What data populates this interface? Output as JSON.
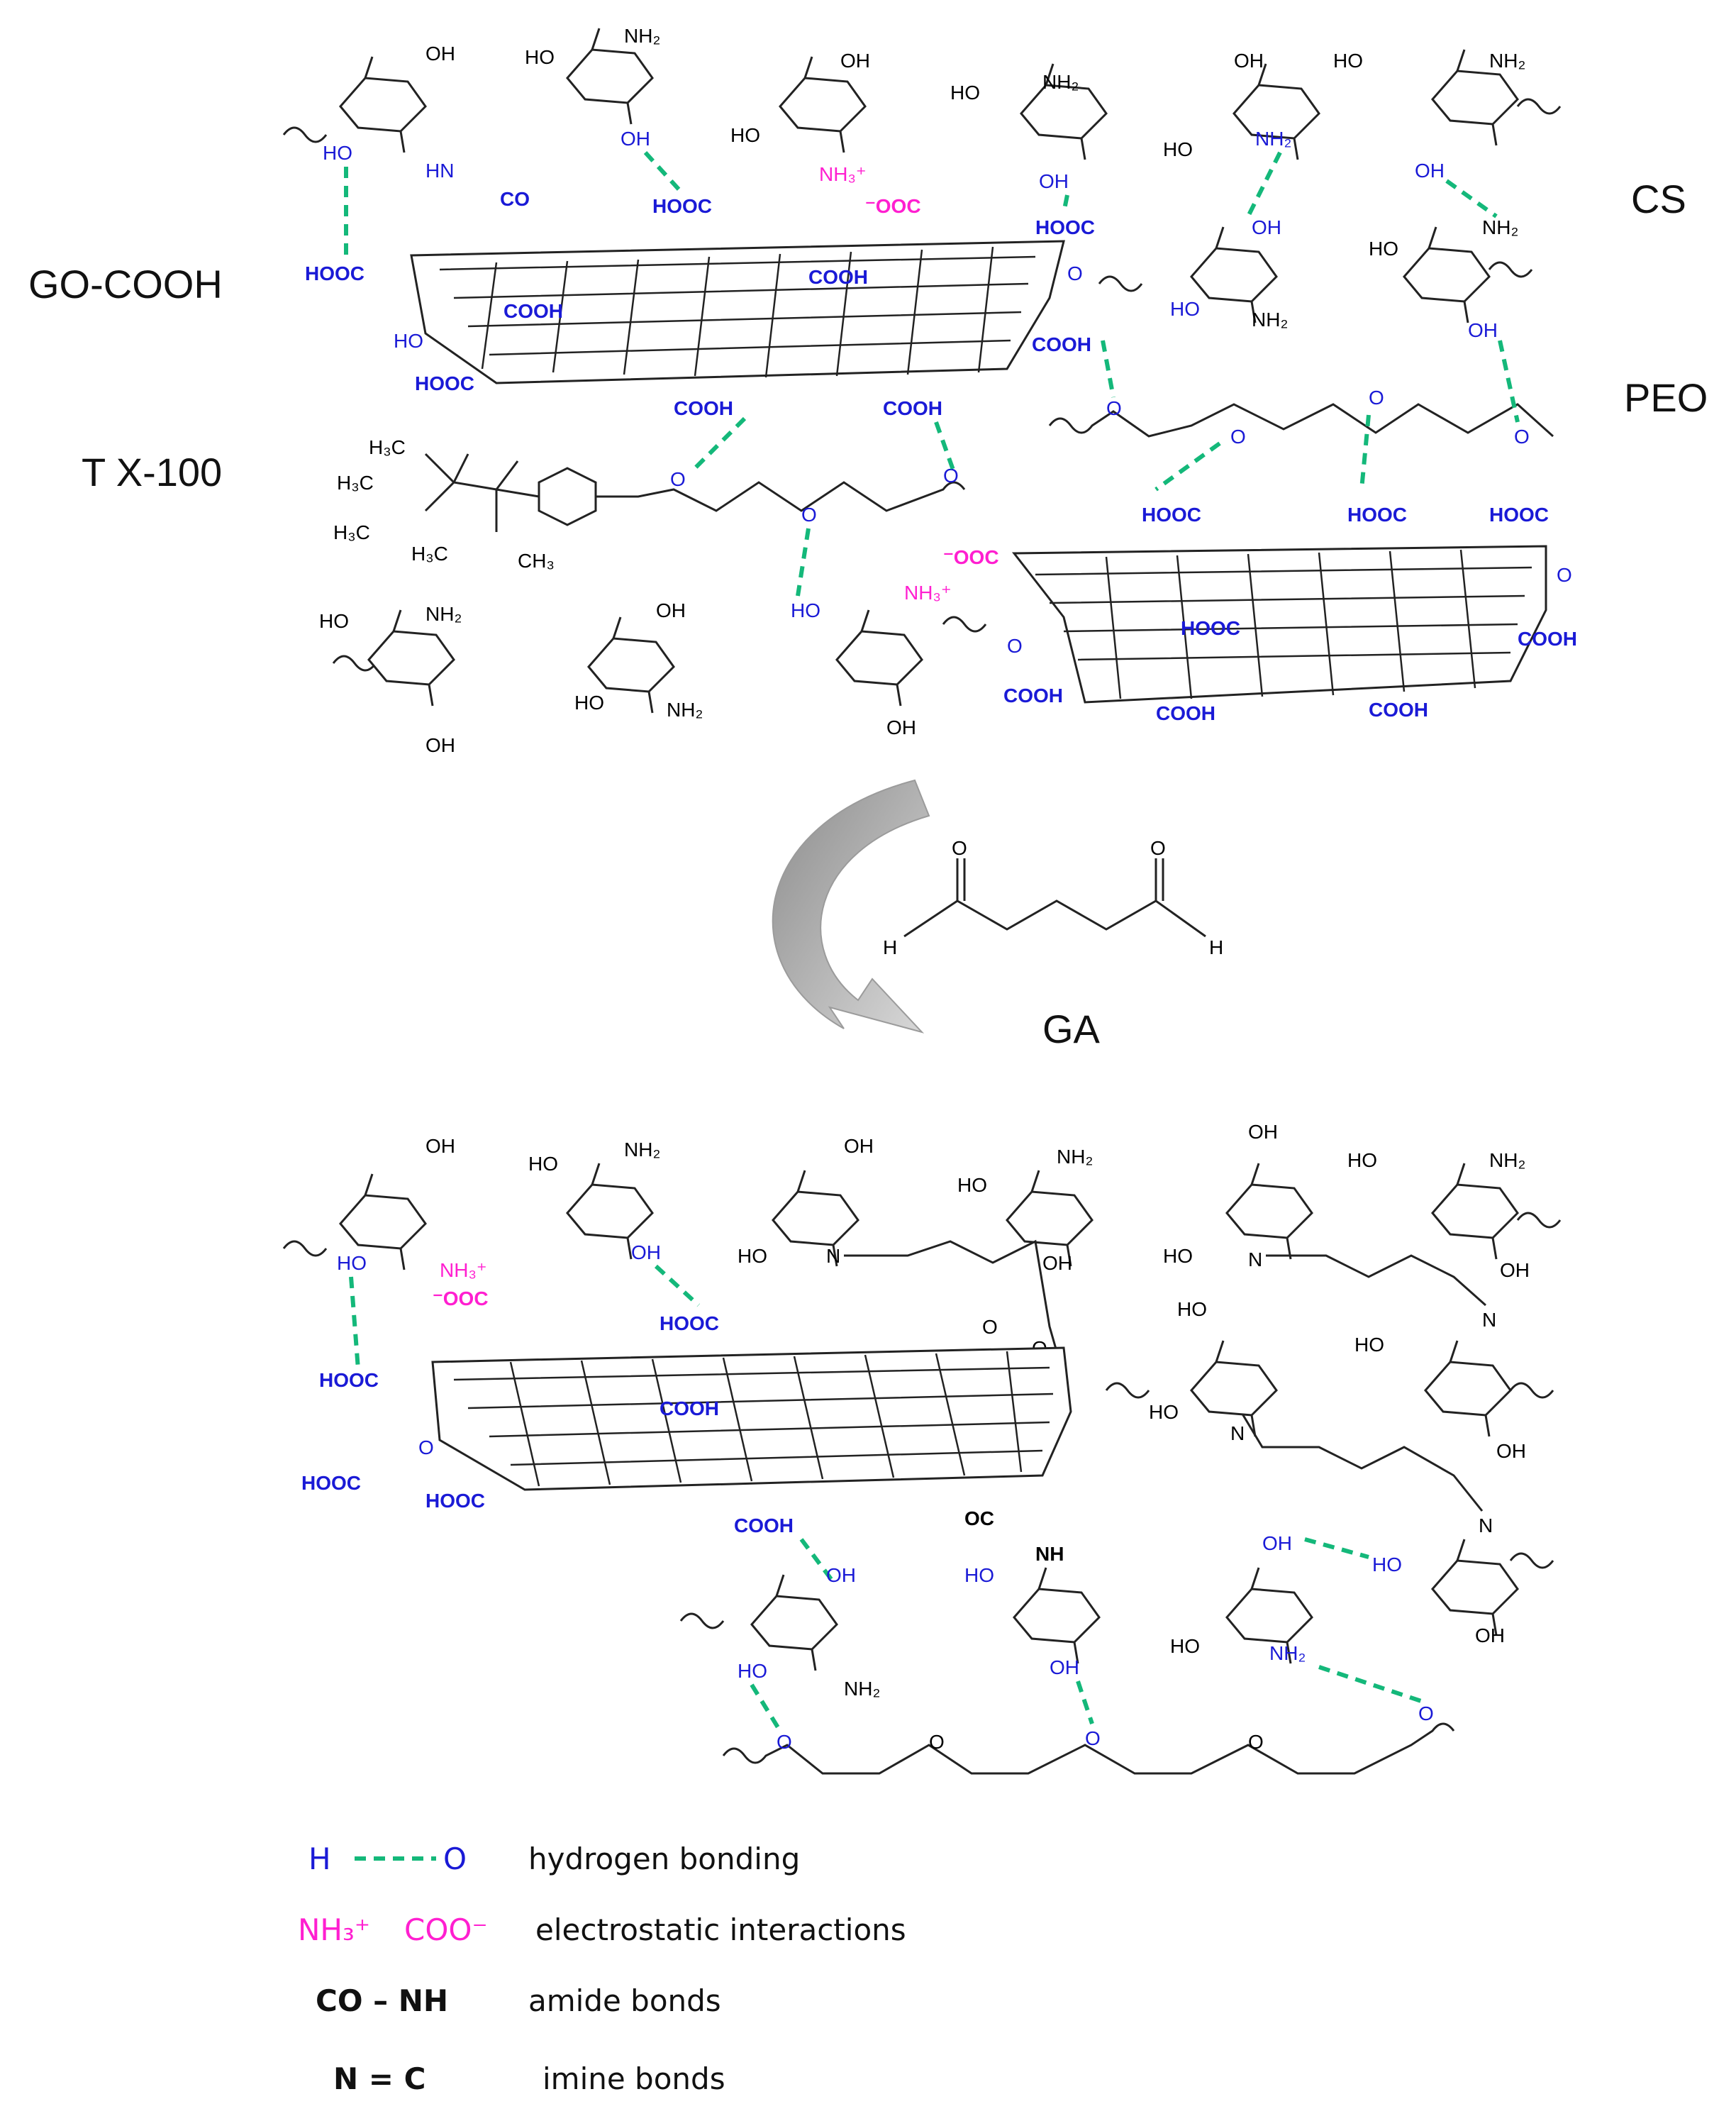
{
  "labels": {
    "cs": "CS",
    "go_cooh": "GO-COOH",
    "peo": "PEO",
    "tx100": "T X-100",
    "ga": "GA"
  },
  "groups": {
    "oh": "OH",
    "ho": "HO",
    "nh2": "NH₂",
    "nh3": "NH₃⁺",
    "hooc": "HOOC",
    "cooh": "COOH",
    "ooc": "⁻OOC",
    "hn": "HN",
    "co": "CO",
    "o": "O",
    "n": "N",
    "h": "H",
    "nh": "NH",
    "oc": "OC",
    "h3c": "H₃C",
    "ch3": "CH₃"
  },
  "legend": [
    {
      "left_a": "H",
      "left_b": "O",
      "text": "hydrogen bonding",
      "a_color": "#1a1ad6",
      "b_color": "#1a1ad6",
      "style": "hbond"
    },
    {
      "left_a": "NH₃⁺",
      "left_b": "COO⁻",
      "text": "electrostatic interactions",
      "a_color": "#ff1fd0",
      "b_color": "#ff1fd0",
      "style": "pair"
    },
    {
      "left_a": "CO – NH",
      "left_b": "",
      "text": "amide bonds",
      "a_color": "#111111",
      "b_color": "#111111",
      "style": "bold"
    },
    {
      "left_a": "N = C",
      "left_b": "",
      "text": "imine bonds",
      "a_color": "#111111",
      "b_color": "#111111",
      "style": "bold"
    }
  ],
  "colors": {
    "hydrogen_bond": "#14b87a",
    "functional_group": "#1a1ad6",
    "charged_group": "#ff1fd0",
    "arrow": "#b3b3b3"
  }
}
